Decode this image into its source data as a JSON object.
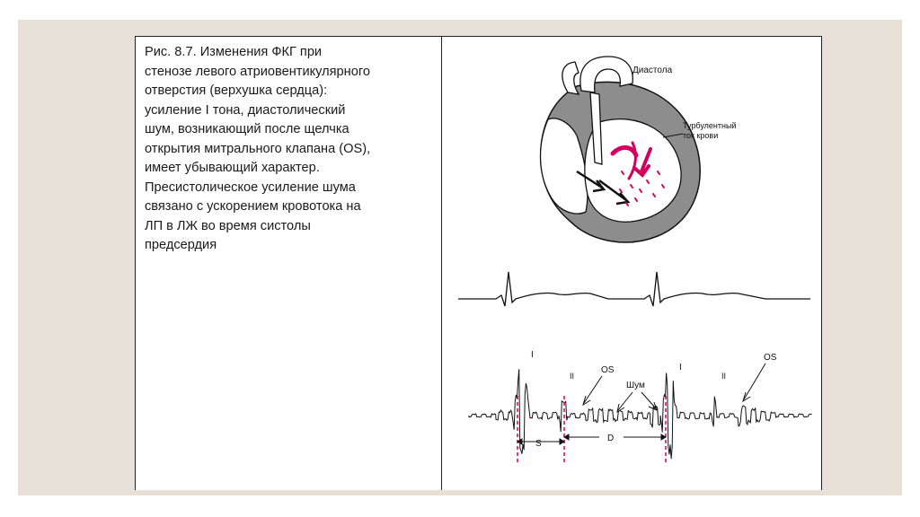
{
  "caption": "Рис. 8.7. Изменения ФКГ при\nстенозе левого атриовентикулярного\nотверстия (верхушка сердца):\nусиление I тона, диастолический\nшум, возникающий после щелчка\nоткрытия митрального клапана (OS),\nимеет убывающий характер.\nПресистолическое усиление шума\nсвязано с ускорением кровотока на\nЛП в ЛЖ во время систолы\nпредсердия",
  "heart": {
    "phase_label": "Диастола",
    "flow_label_line1": "Турбулентный",
    "flow_label_line2": "ток крови"
  },
  "pcg": {
    "label_I_1": "I",
    "label_II_1": "II",
    "label_I_2": "I",
    "label_II_2": "II",
    "label_OS_1": "OS",
    "label_OS_2": "OS",
    "label_murmur": "Шум",
    "label_S": "S",
    "label_D": "D"
  },
  "colors": {
    "background": "#e7e0d6",
    "ink": "#111111",
    "flow_accent": "#d3005d"
  }
}
